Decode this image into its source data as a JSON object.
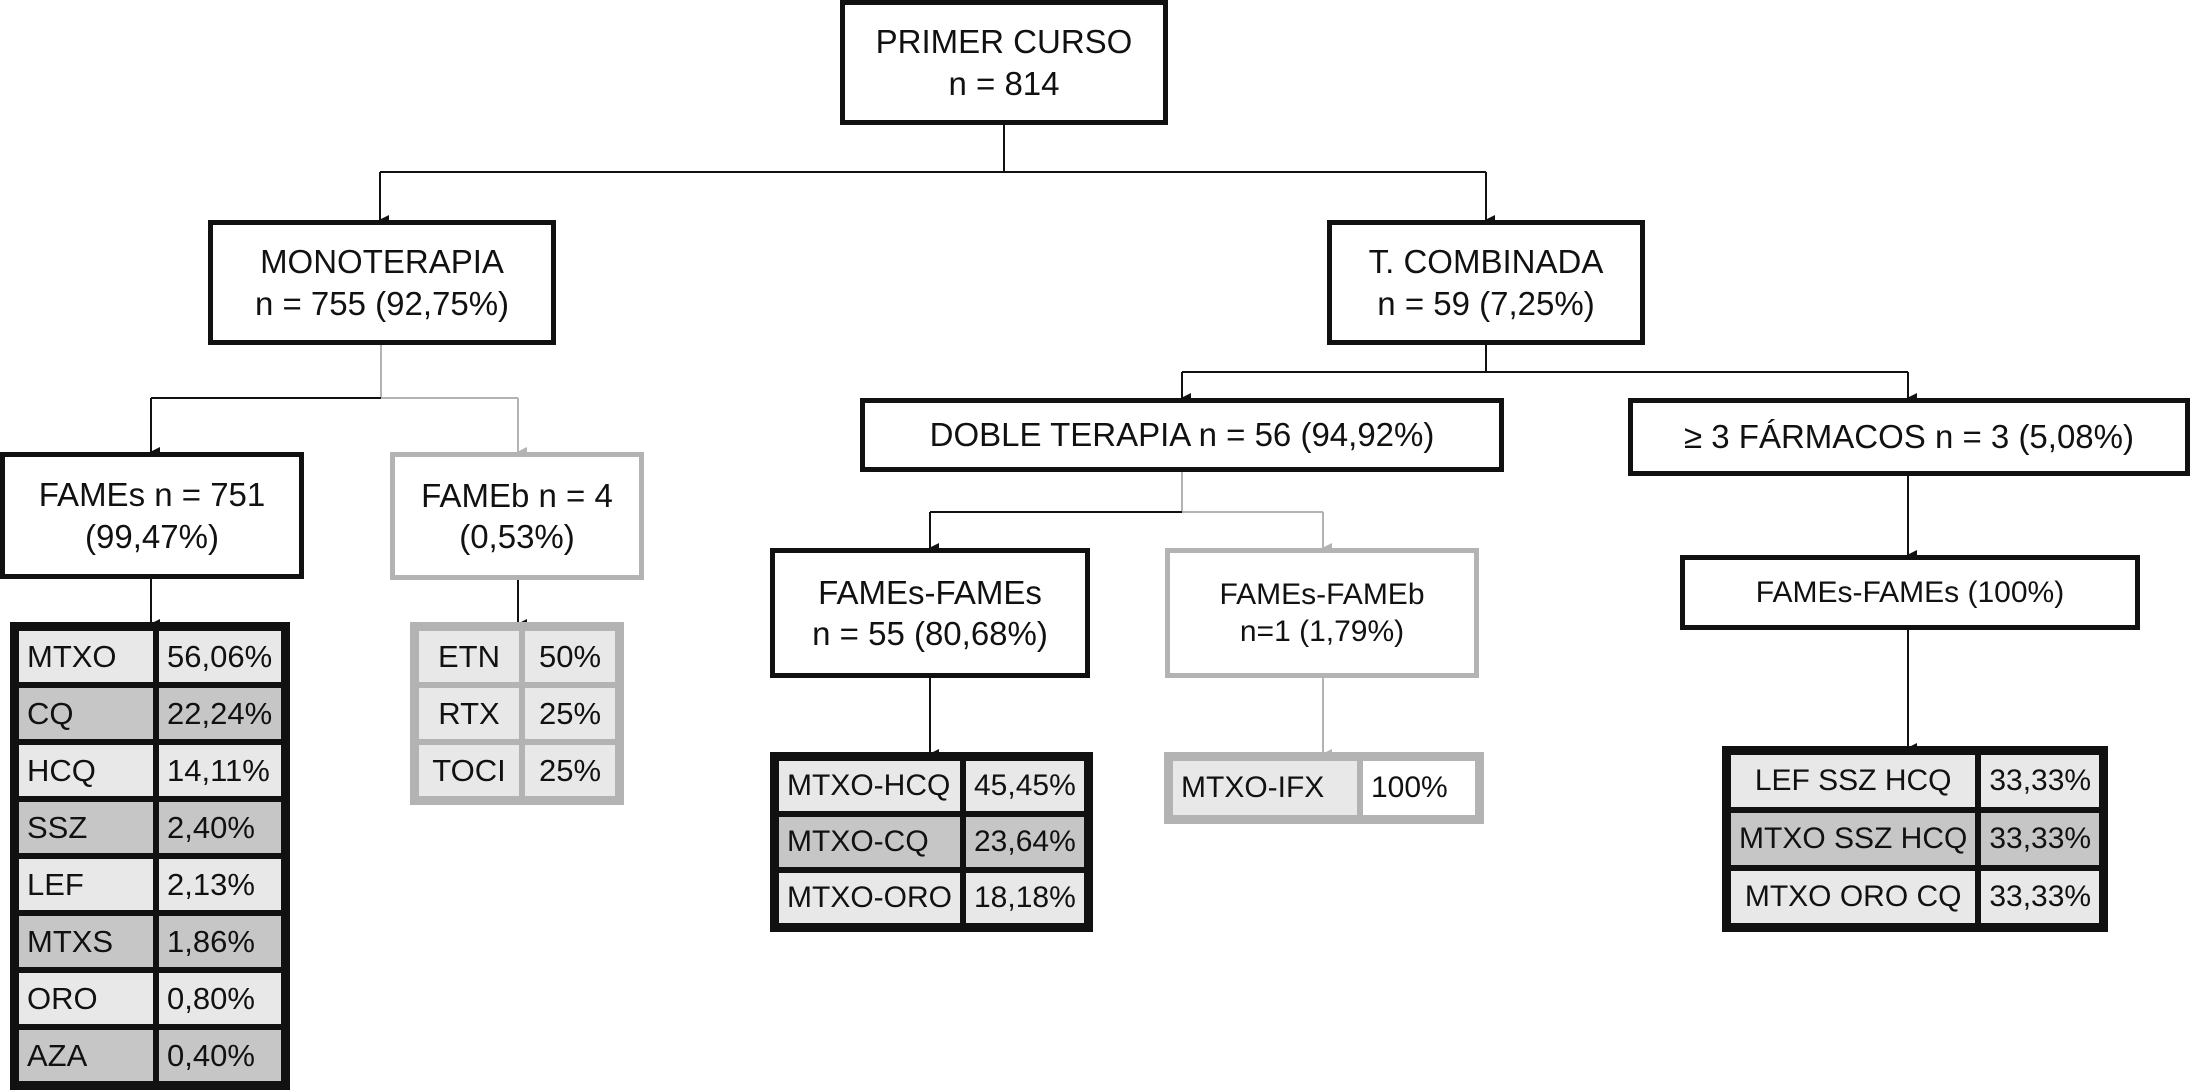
{
  "colors": {
    "dark_border": "#111111",
    "light_border": "#b3b3b3",
    "row_light": "#e8e8e8",
    "row_dark": "#c6c6c6"
  },
  "root": {
    "line1": "PRIMER CURSO",
    "line2": "n = 814"
  },
  "mono": {
    "line1": "MONOTERAPIA",
    "line2": "n = 755 (92,75%)",
    "fames": {
      "line1": "FAMEs n = 751",
      "line2": "(99,47%)",
      "rows": [
        {
          "drug": "MTXO",
          "pct": "56,06%"
        },
        {
          "drug": "CQ",
          "pct": "22,24%"
        },
        {
          "drug": "HCQ",
          "pct": "14,11%"
        },
        {
          "drug": "SSZ",
          "pct": "2,40%"
        },
        {
          "drug": "LEF",
          "pct": "2,13%"
        },
        {
          "drug": "MTXS",
          "pct": "1,86%"
        },
        {
          "drug": "ORO",
          "pct": "0,80%"
        },
        {
          "drug": "AZA",
          "pct": "0,40%"
        }
      ]
    },
    "fameb": {
      "line1": "FAMEb n = 4",
      "line2": "(0,53%)",
      "rows": [
        {
          "drug": "ETN",
          "pct": "50%"
        },
        {
          "drug": "RTX",
          "pct": "25%"
        },
        {
          "drug": "TOCI",
          "pct": "25%"
        }
      ]
    }
  },
  "comb": {
    "line1": "T. COMBINADA",
    "line2": "n = 59 (7,25%)",
    "doble": {
      "label": "DOBLE TERAPIA n = 56 (94,92%)",
      "ff": {
        "line1": "FAMEs-FAMEs",
        "line2": "n = 55 (80,68%)",
        "rows": [
          {
            "drug": "MTXO-HCQ",
            "pct": "45,45%"
          },
          {
            "drug": "MTXO-CQ",
            "pct": "23,64%"
          },
          {
            "drug": "MTXO-ORO",
            "pct": "18,18%"
          }
        ]
      },
      "fb": {
        "line1": "FAMEs-FAMEb",
        "line2": "n=1 (1,79%)",
        "rows": [
          {
            "drug": "MTXO-IFX",
            "pct": "100%"
          }
        ]
      }
    },
    "tres": {
      "label": "≥ 3 FÁRMACOS n = 3 (5,08%)",
      "ff": {
        "label": "FAMEs-FAMEs (100%)",
        "rows": [
          {
            "drug": "LEF SSZ HCQ",
            "pct": "33,33%"
          },
          {
            "drug": "MTXO SSZ HCQ",
            "pct": "33,33%"
          },
          {
            "drug": "MTXO ORO CQ",
            "pct": "33,33%"
          }
        ]
      }
    }
  }
}
